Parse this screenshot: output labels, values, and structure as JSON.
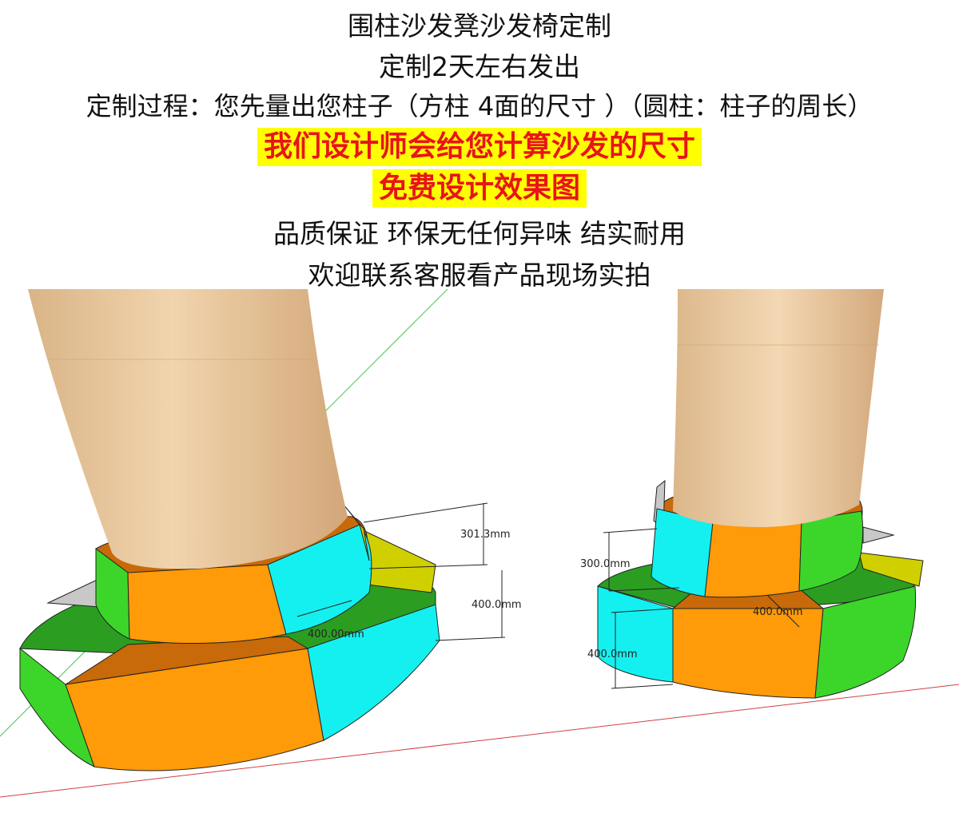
{
  "text": {
    "title": "围柱沙发凳沙发椅定制",
    "lead_time": "定制2天左右发出",
    "process": "定制过程：您先量出您柱子（方柱  4面的尺寸 ）（圆柱：柱子的周长）",
    "highlight_design": "我们设计师会给您计算沙发的尺寸",
    "highlight_render": "免费设计效果图",
    "quality": "品质保证 环保无任何异味 结实耐用",
    "contact": "欢迎联系客服看产品现场实拍"
  },
  "dimensions": {
    "left_top_tier_height": "301.3mm",
    "left_bottom_tier_height": "400.0mm",
    "left_depth": "400.00mm",
    "right_top_tier_height": "300.0mm",
    "right_depth": "400.0mm",
    "right_bottom_tier_height": "400.0mm"
  },
  "colors": {
    "highlight_bg": "#ffff00",
    "highlight_text": "#e8141a",
    "orange": "#ff9a08",
    "orange_dark": "#c8690a",
    "cyan": "#14f0f0",
    "green": "#3cd62a",
    "green_dark": "#2b9e22",
    "yellow": "#d0d000",
    "grey": "#c8c8c8",
    "wood": "#e8c49a"
  }
}
